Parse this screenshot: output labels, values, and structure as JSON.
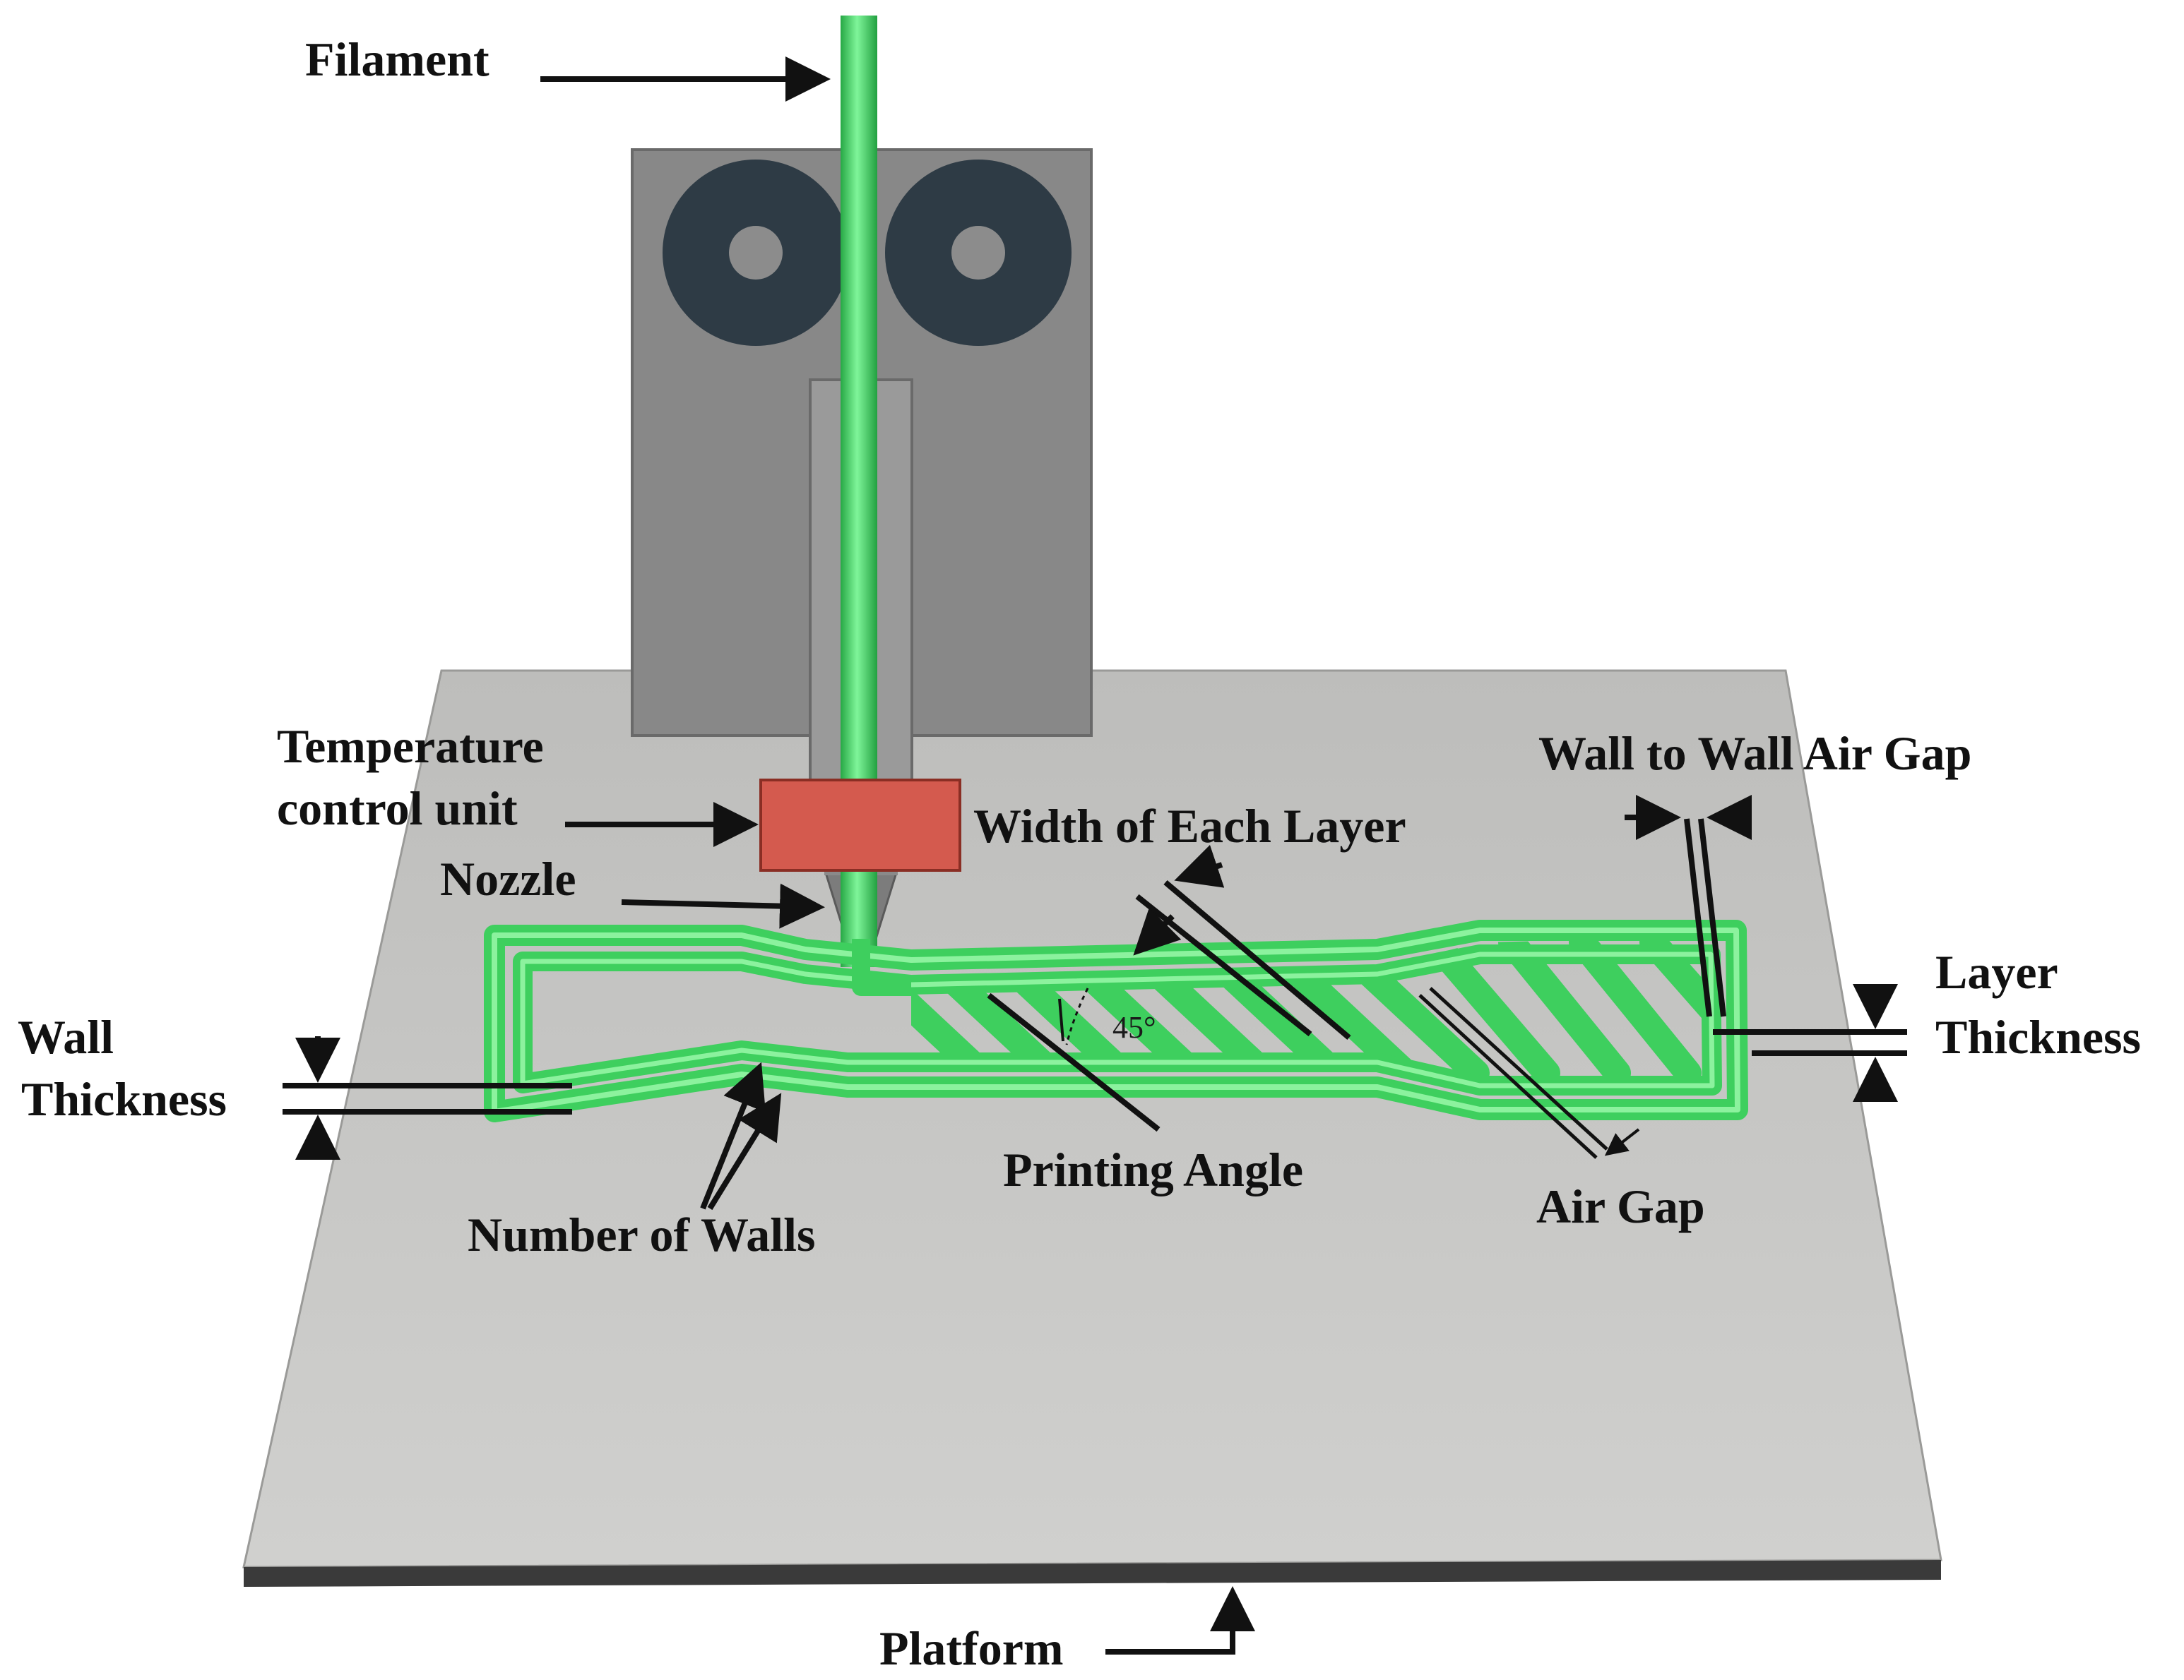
{
  "labels": {
    "filament": "Filament",
    "temperature_line1": "Temperature",
    "temperature_line2": "control unit",
    "nozzle": "Nozzle",
    "width_of_each_layer": "Width of Each Layer",
    "wall_to_wall_air_gap": "Wall to Wall Air Gap",
    "layer_line1": "Layer",
    "layer_line2": "Thickness",
    "wall_line1": "Wall",
    "wall_line2": "Thickness",
    "printing_angle": "Printing Angle",
    "printing_angle_value": "45°",
    "air_gap": "Air Gap",
    "number_of_walls": "Number of Walls",
    "platform": "Platform"
  },
  "colors": {
    "filament_green": "#3ecf5e",
    "filament_light": "#8cf29e",
    "heater_red": "#d45a4e",
    "platform_gray": "#c4c4c2",
    "housing_gray": "#8a8a8a",
    "roller_dark": "#2e3b45"
  }
}
